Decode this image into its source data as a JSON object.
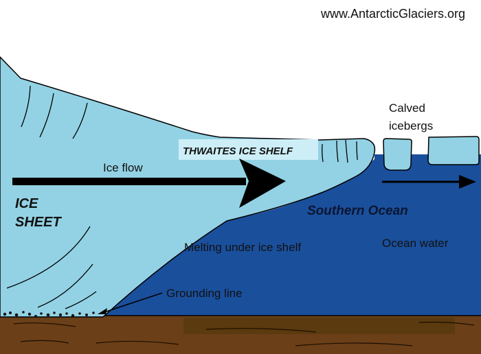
{
  "diagram": {
    "website": "www.AntarcticGlaciers.org",
    "labels": {
      "ice_sheet_line1": "ICE",
      "ice_sheet_line2": "SHEET",
      "ice_flow": "Ice flow",
      "ice_shelf": "THWAITES ICE SHELF",
      "calved_icebergs_line1": "Calved",
      "calved_icebergs_line2": "icebergs",
      "southern_ocean": "Southern Ocean",
      "ocean_water": "Ocean water",
      "melting": "Melting under ice shelf",
      "grounding_line": "Grounding line"
    },
    "colors": {
      "ice": "#93d2e4",
      "ocean": "#1a4f9c",
      "bedrock": "#6b3f18",
      "shelf_label_bg": "#cdeef7",
      "outline": "#000000"
    }
  }
}
